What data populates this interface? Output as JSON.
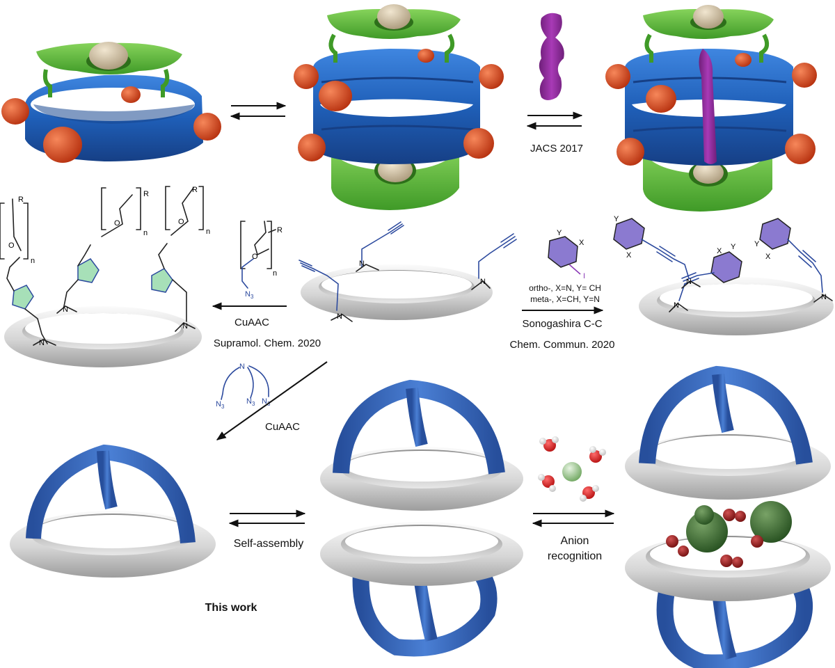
{
  "colors": {
    "cage_blue": "#1f5fb8",
    "cap_green": "#5cb83a",
    "arm_orange": "#dd4a1a",
    "guest_beige": "#d8c8a8",
    "guest_purple": "#8e2a98",
    "ring_grey": "#d9d9d9",
    "anion_green": "#3f6e33",
    "water_red": "#c81e1e",
    "triazole_green": "#a7e0b8",
    "aryl_purple": "#8b7ad0",
    "chem_blue": "#2c4a9e"
  },
  "labels": {
    "jacs": "JACS 2017",
    "cuaac": "CuAAC",
    "supramol": "Supramol. Chem. 2020",
    "sonogashira": "Sonogashira C-C",
    "chemcommun": "Chem. Commun. 2020",
    "ortho": "ortho-, X=N, Y= CH",
    "meta": "meta-, X=CH, Y=N",
    "cuaac2": "CuAAC",
    "selfassembly": "Self-assembly",
    "anion1": "Anion",
    "anion2": "recognition",
    "thiswork": "This work"
  },
  "atoms": {
    "N": "N",
    "O": "O",
    "R": "R",
    "n": "n",
    "X": "X",
    "Y": "Y",
    "I": "I",
    "N3": "N",
    "sub3": "3"
  },
  "icons": [
    "cage-dimer-icon",
    "cage-monomer-icon",
    "cavitand-guest-icon",
    "anion-water-cluster-icon",
    "tren-ring-icon"
  ]
}
